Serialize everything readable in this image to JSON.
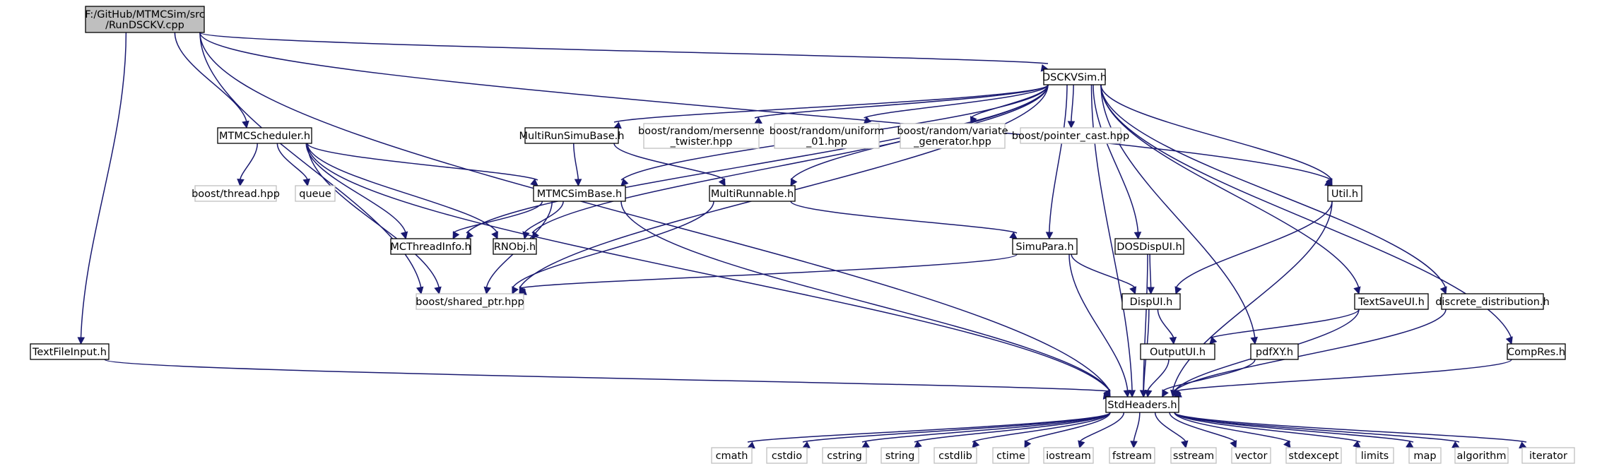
{
  "nodes": [
    {
      "id": "root",
      "label": "F:/GitHub/MTMCSim/src\n/RunDSCKV.cpp",
      "kind": "root"
    },
    {
      "id": "dsckv",
      "label": "DSCKVSim.h",
      "kind": "local"
    },
    {
      "id": "sched",
      "label": "MTMCScheduler.h",
      "kind": "local"
    },
    {
      "id": "mrsb",
      "label": "MultiRunSimuBase.h",
      "kind": "local"
    },
    {
      "id": "mers",
      "label": "boost/random/mersenne\n_twister.hpp",
      "kind": "sys"
    },
    {
      "id": "unif",
      "label": "boost/random/uniform\n_01.hpp",
      "kind": "sys"
    },
    {
      "id": "vgen",
      "label": "boost/random/variate\n_generator.hpp",
      "kind": "sys"
    },
    {
      "id": "pcast",
      "label": "boost/pointer_cast.hpp",
      "kind": "sys"
    },
    {
      "id": "bthr",
      "label": "boost/thread.hpp",
      "kind": "sys"
    },
    {
      "id": "queue",
      "label": "queue",
      "kind": "sys"
    },
    {
      "id": "simb",
      "label": "MTMCSimBase.h",
      "kind": "local"
    },
    {
      "id": "mrun",
      "label": "MultiRunnable.h",
      "kind": "local"
    },
    {
      "id": "util",
      "label": "Util.h",
      "kind": "local"
    },
    {
      "id": "mcti",
      "label": "MCThreadInfo.h",
      "kind": "local"
    },
    {
      "id": "rnobj",
      "label": "RNObj.h",
      "kind": "local"
    },
    {
      "id": "simp",
      "label": "SimuPara.h",
      "kind": "local"
    },
    {
      "id": "dosd",
      "label": "DOSDispUI.h",
      "kind": "local"
    },
    {
      "id": "bshp",
      "label": "boost/shared_ptr.hpp",
      "kind": "sys"
    },
    {
      "id": "dispui",
      "label": "DispUI.h",
      "kind": "local"
    },
    {
      "id": "tsave",
      "label": "TextSaveUI.h",
      "kind": "local"
    },
    {
      "id": "ddist",
      "label": "discrete_distribution.h",
      "kind": "local"
    },
    {
      "id": "tfin",
      "label": "TextFileInput.h",
      "kind": "local"
    },
    {
      "id": "outui",
      "label": "OutputUI.h",
      "kind": "local"
    },
    {
      "id": "pdfxy",
      "label": "pdfXY.h",
      "kind": "local"
    },
    {
      "id": "cres",
      "label": "CompRes.h",
      "kind": "local"
    },
    {
      "id": "stdh",
      "label": "StdHeaders.h",
      "kind": "local"
    },
    {
      "id": "cmath",
      "label": "cmath",
      "kind": "sys"
    },
    {
      "id": "cstdio",
      "label": "cstdio",
      "kind": "sys"
    },
    {
      "id": "cstring",
      "label": "cstring",
      "kind": "sys"
    },
    {
      "id": "string",
      "label": "string",
      "kind": "sys"
    },
    {
      "id": "cstdlib",
      "label": "cstdlib",
      "kind": "sys"
    },
    {
      "id": "ctime",
      "label": "ctime",
      "kind": "sys"
    },
    {
      "id": "iostream",
      "label": "iostream",
      "kind": "sys"
    },
    {
      "id": "fstream",
      "label": "fstream",
      "kind": "sys"
    },
    {
      "id": "sstream",
      "label": "sstream",
      "kind": "sys"
    },
    {
      "id": "vector",
      "label": "vector",
      "kind": "sys"
    },
    {
      "id": "stdexc",
      "label": "stdexcept",
      "kind": "sys"
    },
    {
      "id": "limits",
      "label": "limits",
      "kind": "sys"
    },
    {
      "id": "map",
      "label": "map",
      "kind": "sys"
    },
    {
      "id": "algo",
      "label": "algorithm",
      "kind": "sys"
    },
    {
      "id": "iter",
      "label": "iterator",
      "kind": "sys"
    }
  ],
  "edges": [
    [
      "root",
      "dsckv"
    ],
    [
      "root",
      "sched"
    ],
    [
      "root",
      "util"
    ],
    [
      "root",
      "bshp"
    ],
    [
      "root",
      "tfin"
    ],
    [
      "root",
      "stdh"
    ],
    [
      "dsckv",
      "mrsb"
    ],
    [
      "dsckv",
      "mers"
    ],
    [
      "dsckv",
      "unif"
    ],
    [
      "dsckv",
      "vgen"
    ],
    [
      "dsckv",
      "pcast"
    ],
    [
      "dsckv",
      "simb"
    ],
    [
      "dsckv",
      "mrun"
    ],
    [
      "dsckv",
      "util"
    ],
    [
      "dsckv",
      "mcti"
    ],
    [
      "dsckv",
      "rnobj"
    ],
    [
      "dsckv",
      "simp"
    ],
    [
      "dsckv",
      "dosd"
    ],
    [
      "dsckv",
      "bshp"
    ],
    [
      "dsckv",
      "tsave"
    ],
    [
      "dsckv",
      "ddist"
    ],
    [
      "dsckv",
      "pdfxy"
    ],
    [
      "dsckv",
      "cres"
    ],
    [
      "dsckv",
      "stdh"
    ],
    [
      "sched",
      "bthr"
    ],
    [
      "sched",
      "queue"
    ],
    [
      "sched",
      "simb"
    ],
    [
      "sched",
      "mcti"
    ],
    [
      "sched",
      "rnobj"
    ],
    [
      "sched",
      "bshp"
    ],
    [
      "sched",
      "stdh"
    ],
    [
      "mrsb",
      "simb"
    ],
    [
      "mrsb",
      "mrun"
    ],
    [
      "simb",
      "mcti"
    ],
    [
      "simb",
      "rnobj"
    ],
    [
      "simb",
      "bshp"
    ],
    [
      "simb",
      "stdh"
    ],
    [
      "mrun",
      "simp"
    ],
    [
      "mrun",
      "bshp"
    ],
    [
      "util",
      "dispui"
    ],
    [
      "util",
      "stdh"
    ],
    [
      "simp",
      "bshp"
    ],
    [
      "simp",
      "dispui"
    ],
    [
      "simp",
      "stdh"
    ],
    [
      "dosd",
      "dispui"
    ],
    [
      "dosd",
      "stdh"
    ],
    [
      "dispui",
      "outui"
    ],
    [
      "dispui",
      "stdh"
    ],
    [
      "tsave",
      "outui"
    ],
    [
      "tsave",
      "stdh"
    ],
    [
      "ddist",
      "stdh"
    ],
    [
      "tfin",
      "stdh"
    ],
    [
      "outui",
      "stdh"
    ],
    [
      "pdfxy",
      "stdh"
    ],
    [
      "cres",
      "stdh"
    ],
    [
      "stdh",
      "cmath"
    ],
    [
      "stdh",
      "cstdio"
    ],
    [
      "stdh",
      "cstring"
    ],
    [
      "stdh",
      "string"
    ],
    [
      "stdh",
      "cstdlib"
    ],
    [
      "stdh",
      "ctime"
    ],
    [
      "stdh",
      "iostream"
    ],
    [
      "stdh",
      "fstream"
    ],
    [
      "stdh",
      "sstream"
    ],
    [
      "stdh",
      "vector"
    ],
    [
      "stdh",
      "stdexc"
    ],
    [
      "stdh",
      "limits"
    ],
    [
      "stdh",
      "map"
    ],
    [
      "stdh",
      "algo"
    ],
    [
      "stdh",
      "iter"
    ]
  ]
}
